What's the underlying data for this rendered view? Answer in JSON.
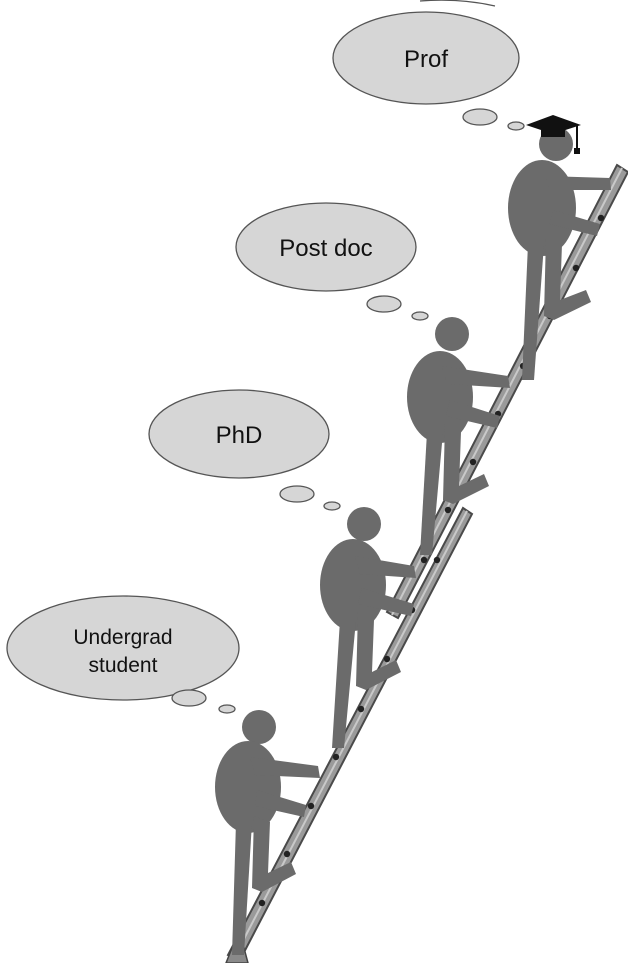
{
  "stages": [
    {
      "label_lines": [
        "Undergrad",
        "student"
      ]
    },
    {
      "label_lines": [
        "PhD"
      ]
    },
    {
      "label_lines": [
        "Post doc"
      ]
    },
    {
      "label_lines": [
        "Prof"
      ]
    }
  ],
  "colors": {
    "figure": "#6b6b6b",
    "bubble_fill": "#d6d6d6",
    "bubble_stroke": "#555555",
    "ladder_rail": "#9a9a9a",
    "ladder_edge": "#4a4a4a",
    "rung_dot": "#222222",
    "cap": "#111111"
  }
}
